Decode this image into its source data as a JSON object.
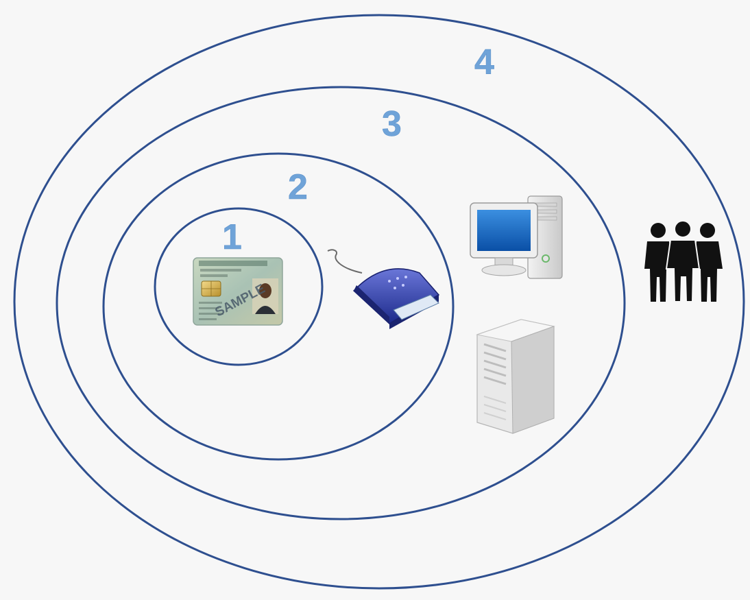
{
  "diagram": {
    "rings": [
      {
        "id": 1,
        "label": "1"
      },
      {
        "id": 2,
        "label": "2"
      },
      {
        "id": 3,
        "label": "3"
      },
      {
        "id": 4,
        "label": "4"
      }
    ],
    "items": {
      "id_card": {
        "watermark": "SAMPLE",
        "icon": "id-card-icon"
      },
      "card_reader": {
        "icon": "card-reader-icon"
      },
      "computer": {
        "icon": "desktop-computer-icon"
      },
      "server": {
        "icon": "server-tower-icon"
      },
      "people": {
        "icon": "people-group-icon"
      }
    },
    "colors": {
      "ring_stroke": "#2e4f8f",
      "label_fill": "#6fa3d8",
      "background": "#f7f7f7"
    }
  }
}
